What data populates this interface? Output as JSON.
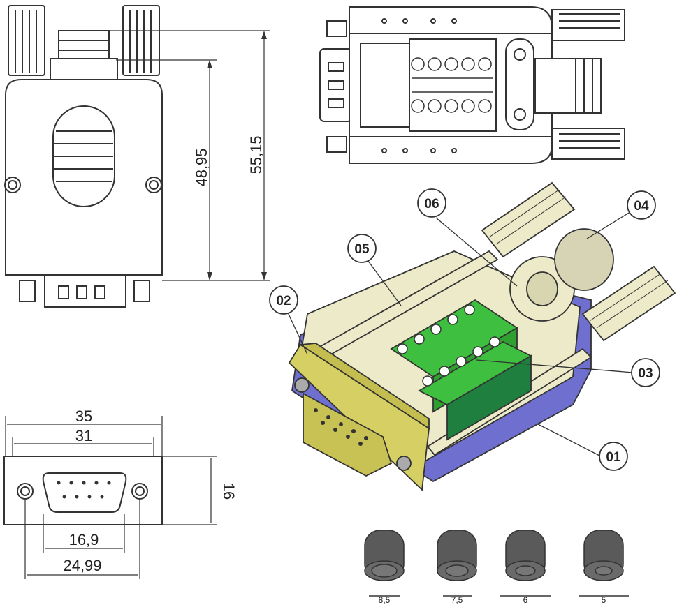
{
  "dimensions": {
    "height_inner": "48,95",
    "height_outer": "55,15",
    "width_outer": "35",
    "width_inner": "31",
    "front_height": "16",
    "shell_width": "16,9",
    "screw_spacing": "24,99"
  },
  "callouts": [
    "06",
    "04",
    "05",
    "02",
    "03",
    "01"
  ],
  "grommets": [
    "8,5",
    "7,5",
    "6",
    "5"
  ],
  "colors": {
    "line": "#333333",
    "shell": "#eceac8",
    "flange": "#d6d064",
    "terminal": "#3fbf3f",
    "base_shadow": "#6f6fcf",
    "grommet": "#5a5a5a"
  }
}
